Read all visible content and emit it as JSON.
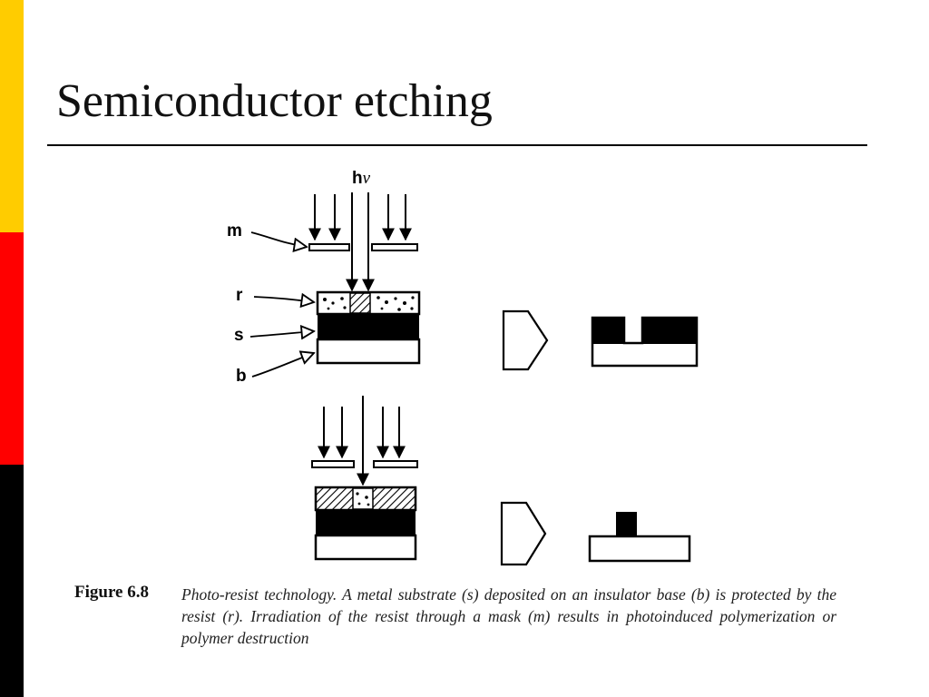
{
  "slide": {
    "title": "Semiconductor etching",
    "stripe_colors": [
      "#ffcc00",
      "#ff0000",
      "#000000"
    ]
  },
  "figure": {
    "labels": {
      "hv_h": "h",
      "hv_nu": "ν",
      "mask": "m",
      "resist": "r",
      "substrate": "s",
      "base": "b"
    },
    "caption_label": "Figure 6.8",
    "caption_text": "Photo-resist technology. A metal substrate (s) deposited on an insulator base (b) is protected by the resist (r). Irradiation of the resist through a mask (m) results in photoinduced polymerization or polymer destruction"
  }
}
